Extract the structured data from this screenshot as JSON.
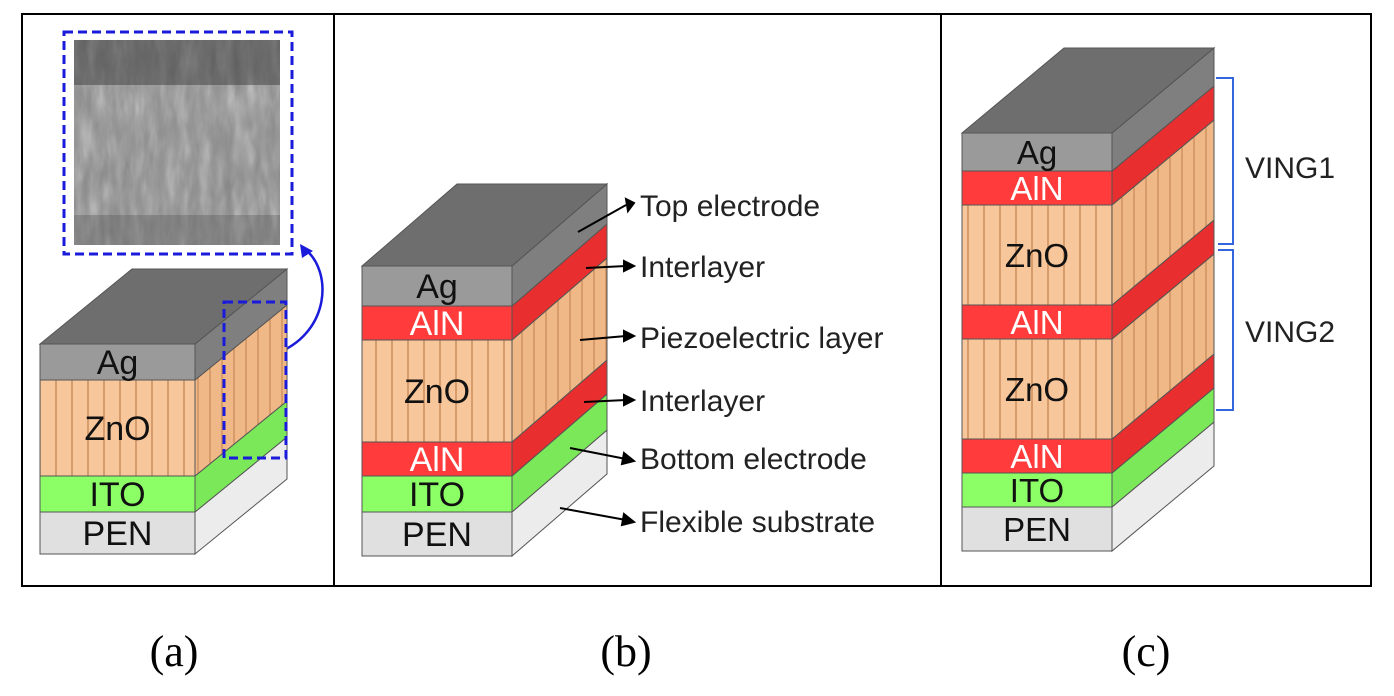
{
  "panels": {
    "a": {
      "caption": "(a)",
      "layers": [
        "Ag",
        "ZnO",
        "ITO",
        "PEN"
      ]
    },
    "b": {
      "caption": "(b)",
      "layers": [
        "Ag",
        "AlN",
        "ZnO",
        "AlN",
        "ITO",
        "PEN"
      ],
      "annotations": [
        "Top electrode",
        "Interlayer",
        "Piezoelectric layer",
        "Interlayer",
        "Bottom electrode",
        "Flexible substrate"
      ]
    },
    "c": {
      "caption": "(c)",
      "layers": [
        "Ag",
        "AlN",
        "ZnO",
        "AlN",
        "ZnO",
        "AlN",
        "ITO",
        "PEN"
      ],
      "groups": [
        "VING1",
        "VING2"
      ]
    }
  },
  "colors": {
    "Ag": "#9a9a9a",
    "Ag_top": "#6e6e6e",
    "Ag_side": "#7f7f7f",
    "AlN": "#ff3b3b",
    "AlN_side": "#e82e2e",
    "ZnO": "#f7c79b",
    "ZnO_side": "#f0b886",
    "ITO": "#8cff66",
    "ITO_side": "#7ae858",
    "PEN": "#e0e0e0",
    "PEN_side": "#ececec",
    "sem_frame": "#1a1adb",
    "bracket": "#3366dd"
  }
}
